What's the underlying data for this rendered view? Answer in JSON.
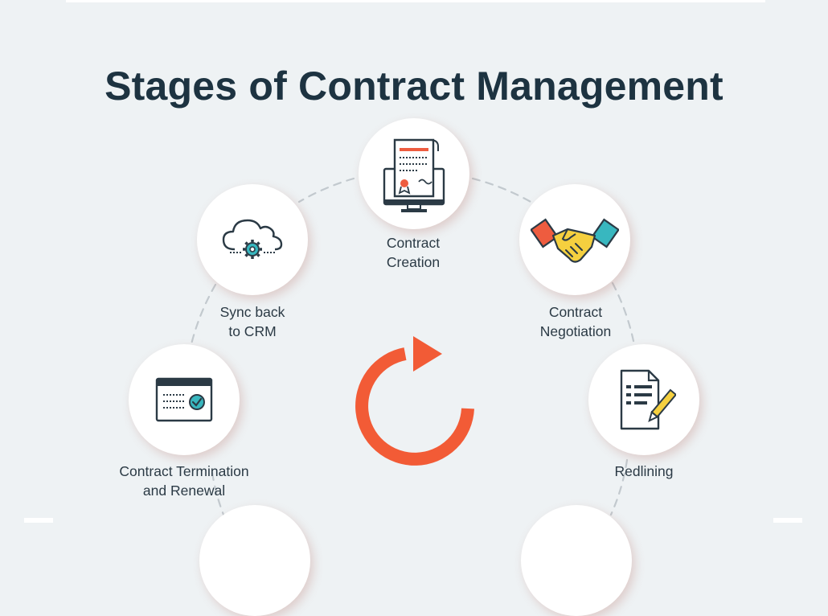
{
  "title": "Stages of Contract Management",
  "colors": {
    "background": "#eef2f4",
    "title": "#1d3341",
    "dash": "#c2c9ce",
    "accent_orange": "#f25b36",
    "teal": "#38b7bf",
    "yellow": "#f5d03f",
    "red": "#ee5c3f",
    "icon_stroke": "#2b3a45"
  },
  "stages": [
    {
      "id": "creation",
      "lines": [
        "Contract",
        "Creation"
      ],
      "icon": "certificate-monitor-icon"
    },
    {
      "id": "negotiation",
      "lines": [
        "Contract",
        "Negotiation"
      ],
      "icon": "handshake-icon"
    },
    {
      "id": "redlining",
      "lines": [
        "Redlining"
      ],
      "icon": "document-pen-icon"
    },
    {
      "id": "termination",
      "lines": [
        "Contract Termination",
        "and Renewal"
      ],
      "icon": "calendar-check-icon"
    },
    {
      "id": "sync",
      "lines": [
        "Sync back",
        "to CRM"
      ],
      "icon": "cloud-gear-icon"
    }
  ],
  "center_icon": "cycle-arrow-icon"
}
